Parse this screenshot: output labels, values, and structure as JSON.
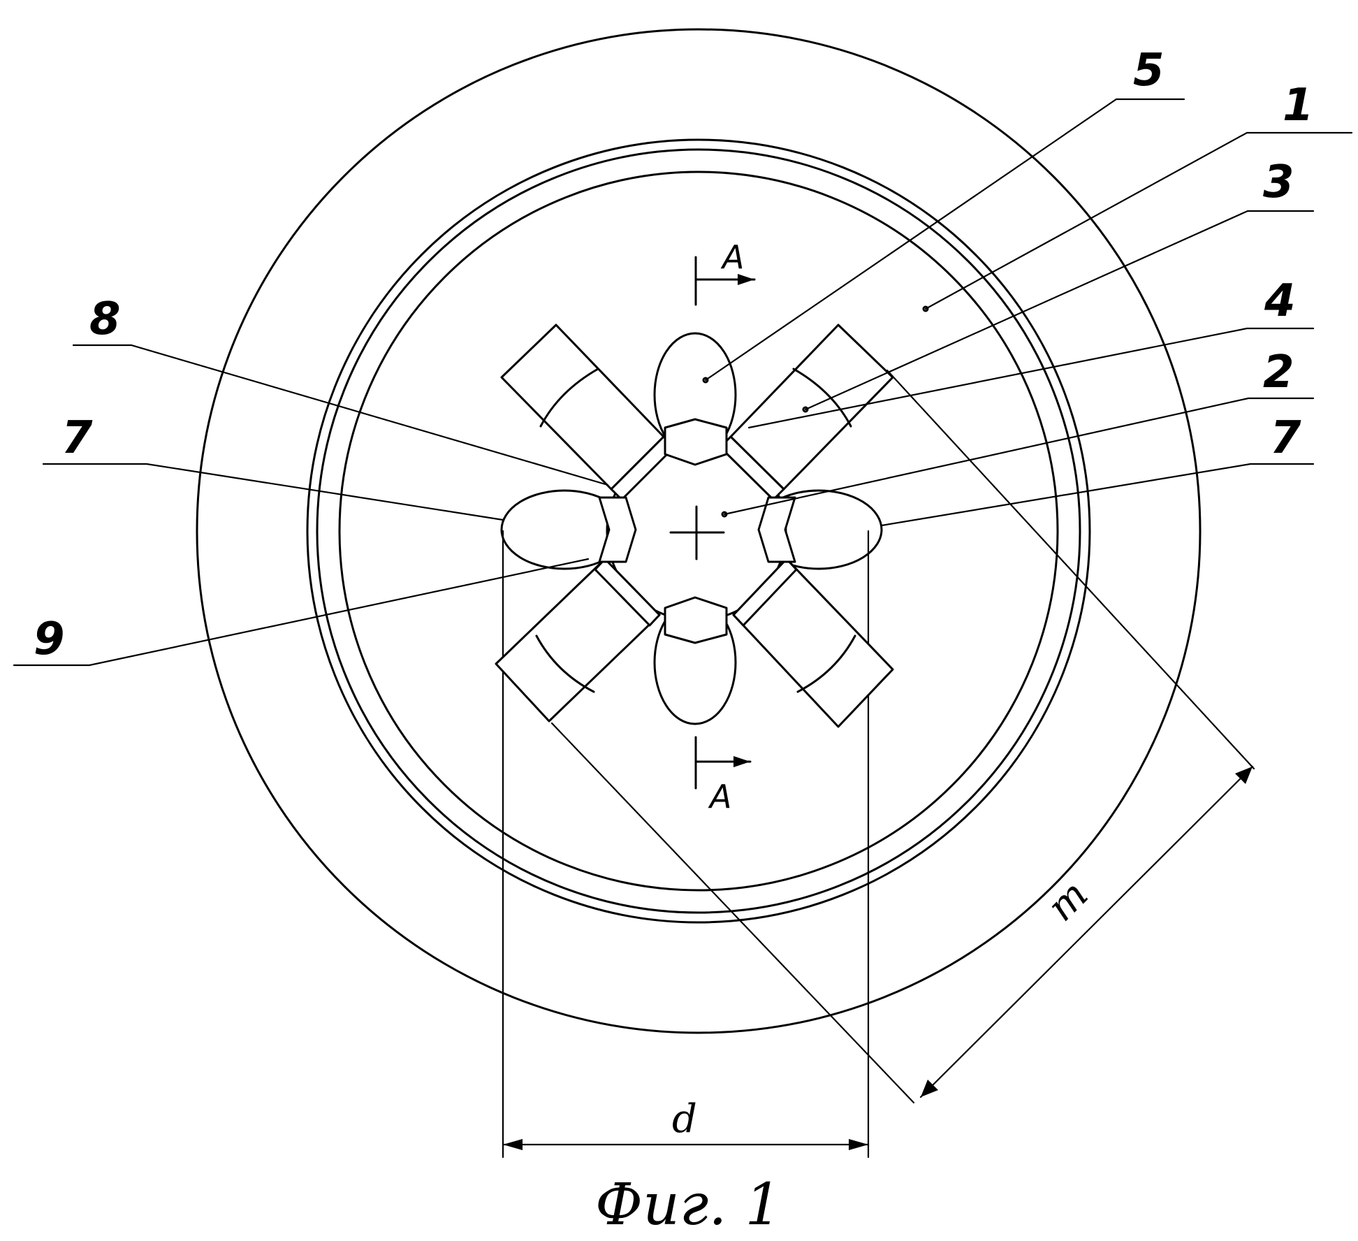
{
  "figure": {
    "caption": "Фиг. 1",
    "section_mark": "A",
    "dimension_d": "d",
    "dimension_m": "m",
    "labels": {
      "l5": "5",
      "l1": "1",
      "l3": "3",
      "l4": "4",
      "l2": "2",
      "l7_right": "7",
      "l8": "8",
      "l7_left": "7",
      "l9": "9"
    }
  }
}
